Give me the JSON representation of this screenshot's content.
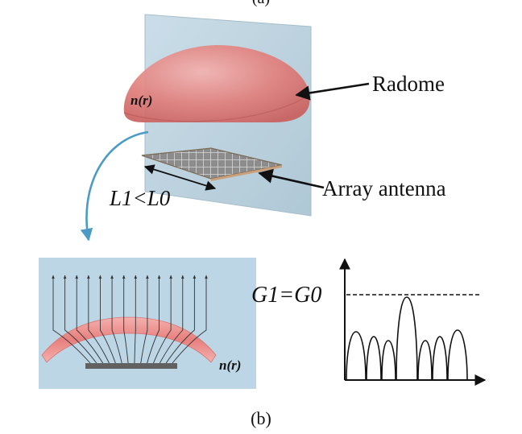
{
  "top_caption_fragment": "(a)",
  "caption": "(b)",
  "labels": {
    "radome": "Radome",
    "array_antenna": "Array antenna",
    "radome_index": "n(r)",
    "length_relation": "L1<L0",
    "gain_relation": "G1=G0",
    "inset_index": "n(r)"
  },
  "colors": {
    "radome_fill": "#e0807d",
    "plane_fill": "#b9d1dd",
    "inset_bg": "#bcd6e6",
    "curve_arrow": "#4c9ac6",
    "antenna_bar": "#616161"
  },
  "icons": [
    "curved-arrow-icon",
    "pointer-arrow-icon",
    "dimension-arrow-icon"
  ]
}
